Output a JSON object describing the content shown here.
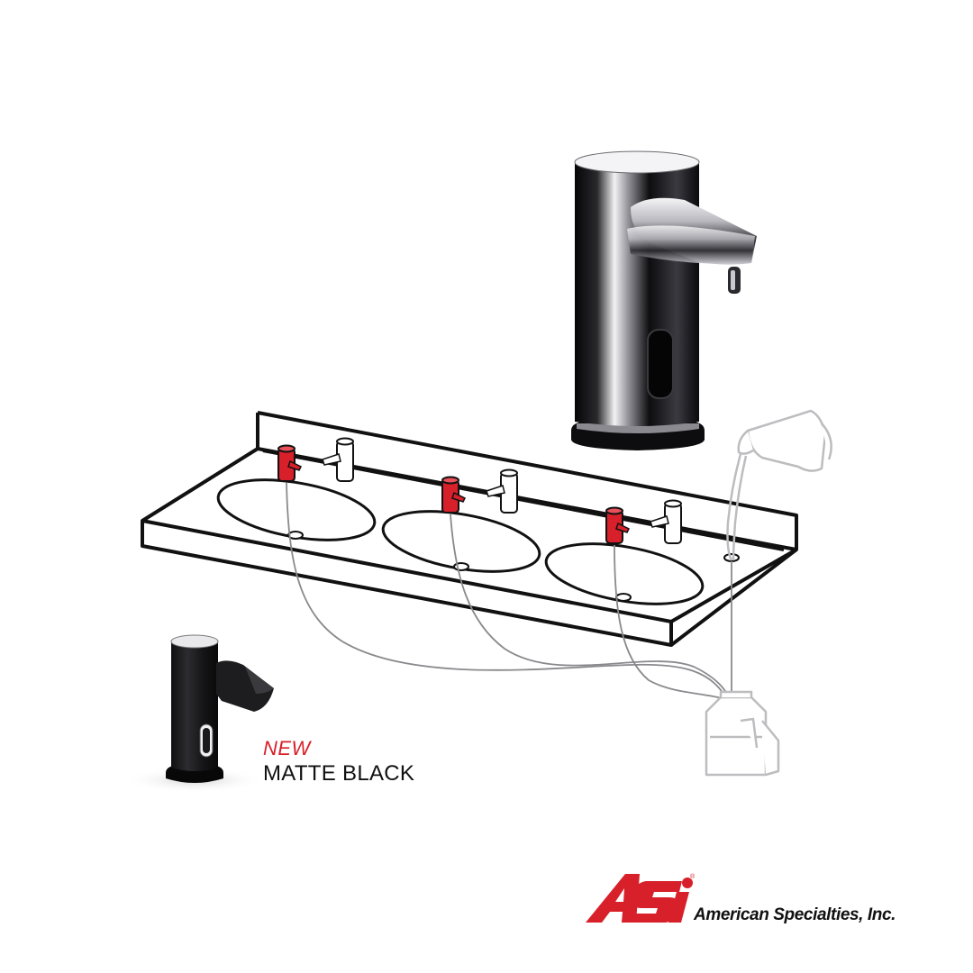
{
  "product_tag": {
    "new_label": "NEW",
    "finish_label": "MATTE BLACK"
  },
  "brand": {
    "logo_text": "ASi",
    "company_name": "American Specialties, Inc."
  },
  "colors": {
    "brand_red": "#d8202a",
    "outline": "#111111",
    "faucet_black": "#1d1d1f",
    "chrome_dark": "#0c0c0e"
  },
  "icons": [
    "sink-faucet-icon",
    "soap-dispenser-icon",
    "soap-reservoir-icon",
    "pouring-pitcher-icon"
  ]
}
